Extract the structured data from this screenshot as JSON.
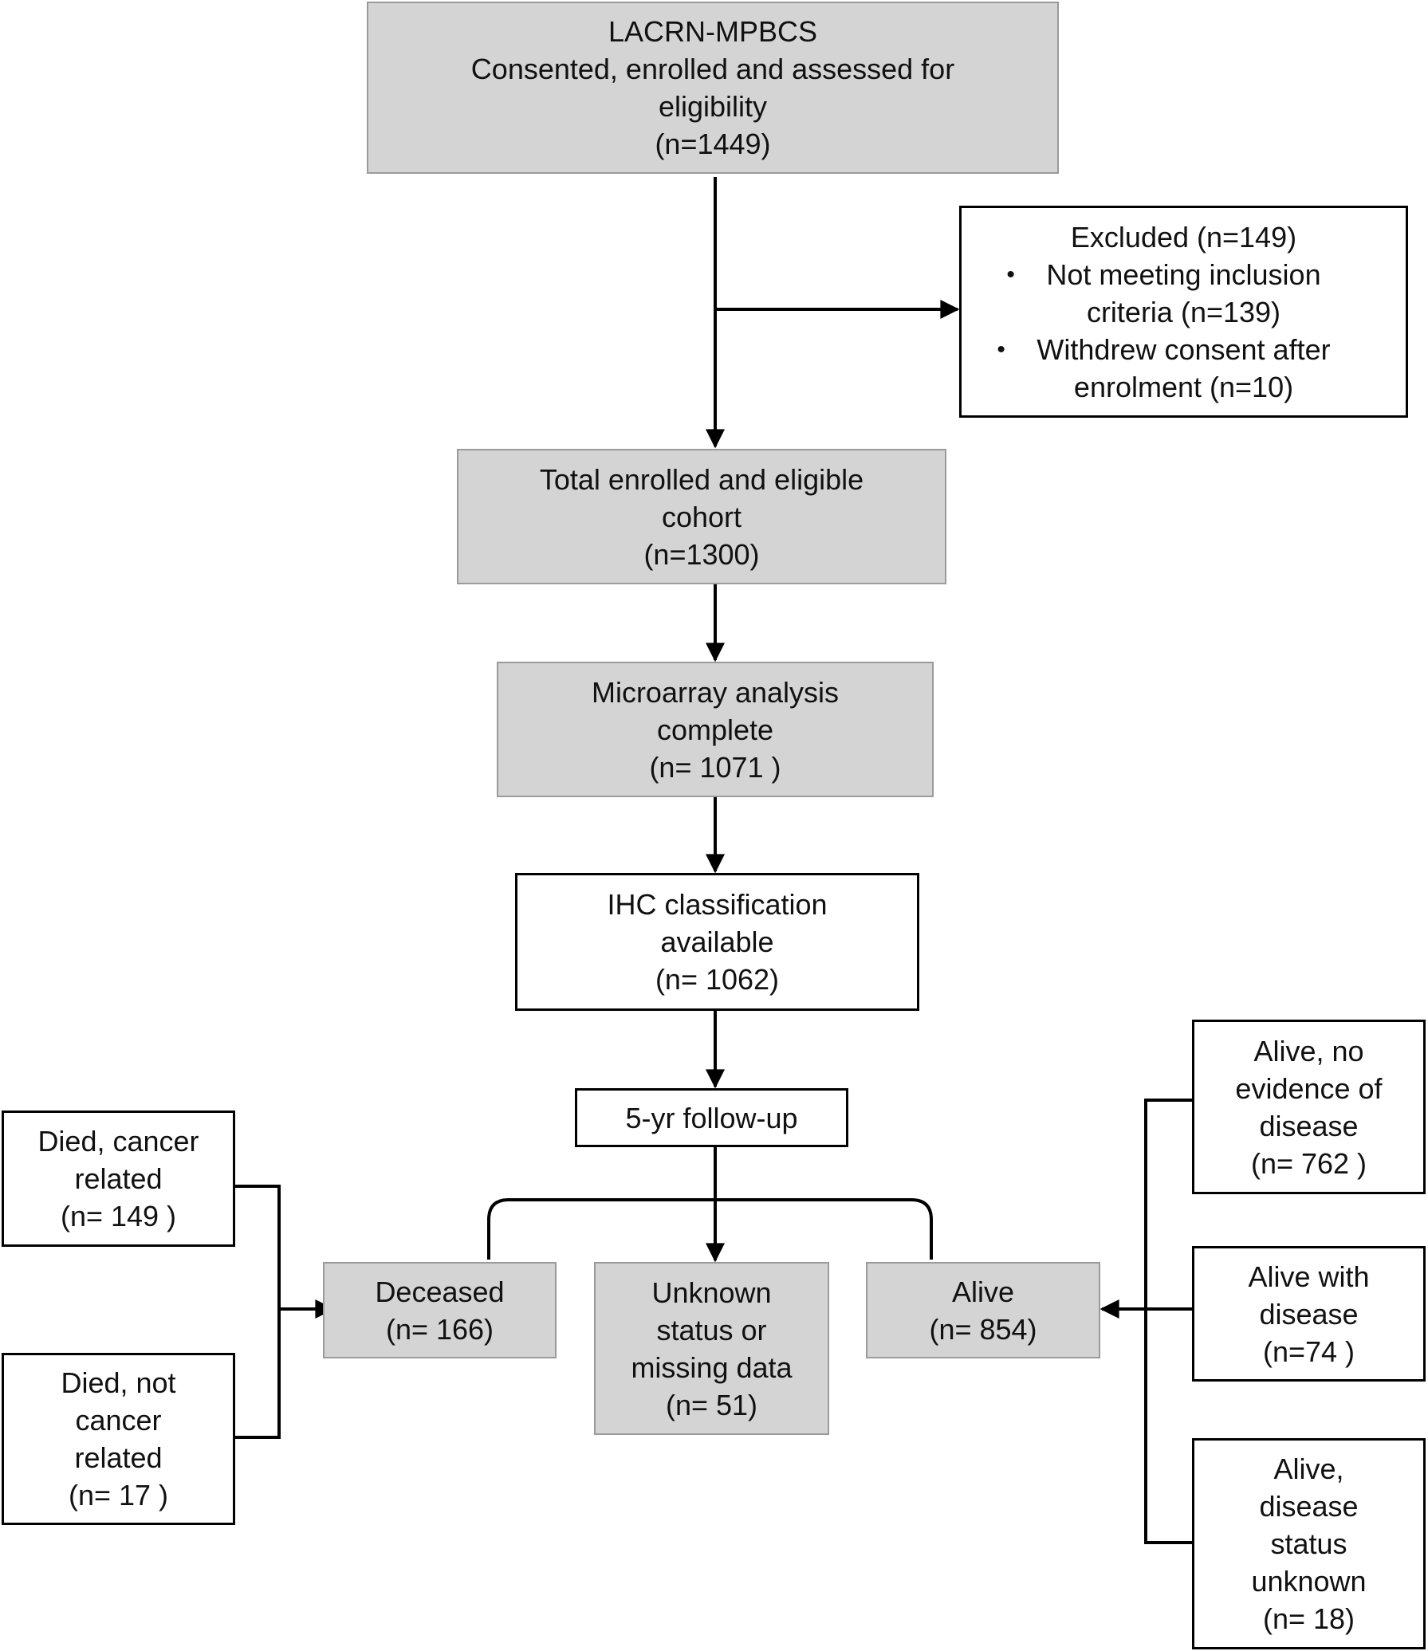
{
  "nodes": {
    "enrolled": {
      "lines": [
        "LACRN-MPBCS",
        "Consented, enrolled and assessed for",
        "eligibility",
        "(n=1449)"
      ]
    },
    "excluded": {
      "title": "Excluded (n=149)",
      "bullets": [
        {
          "lines": [
            "Not meeting inclusion",
            "criteria (n=139)"
          ]
        },
        {
          "lines": [
            "Withdrew consent after",
            "enrolment (n=10)"
          ]
        }
      ]
    },
    "eligible": {
      "lines": [
        "Total enrolled and eligible",
        "cohort",
        "(n=1300)"
      ]
    },
    "microarray": {
      "lines": [
        "Microarray analysis",
        "complete",
        "(n= 1071 )"
      ]
    },
    "ihc": {
      "lines": [
        "IHC classification",
        "available",
        "(n= 1062)"
      ]
    },
    "followup": {
      "lines": [
        "5-yr follow-up"
      ]
    },
    "deceased": {
      "lines": [
        "Deceased",
        "(n= 166)"
      ]
    },
    "unknown": {
      "lines": [
        "Unknown",
        "status or",
        "missing data",
        "(n= 51)"
      ]
    },
    "alive": {
      "lines": [
        "Alive",
        "(n= 854)"
      ]
    },
    "died_cancer": {
      "lines": [
        "Died, cancer",
        "related",
        "(n= 149 )"
      ]
    },
    "died_not_cancer": {
      "lines": [
        "Died, not",
        "cancer",
        "related",
        "(n= 17 )"
      ]
    },
    "alive_no_evidence": {
      "lines": [
        "Alive, no",
        "evidence of",
        "disease",
        "(n= 762  )"
      ]
    },
    "alive_with_disease": {
      "lines": [
        "Alive with",
        "disease",
        "(n=74  )"
      ]
    },
    "alive_status_unknown": {
      "lines": [
        "Alive,",
        "disease",
        "status",
        "unknown",
        "(n= 18)"
      ]
    }
  },
  "colors": {
    "gray_fill": "#d4d4d4",
    "gray_border": "#9a9a9a",
    "line": "#000000"
  }
}
